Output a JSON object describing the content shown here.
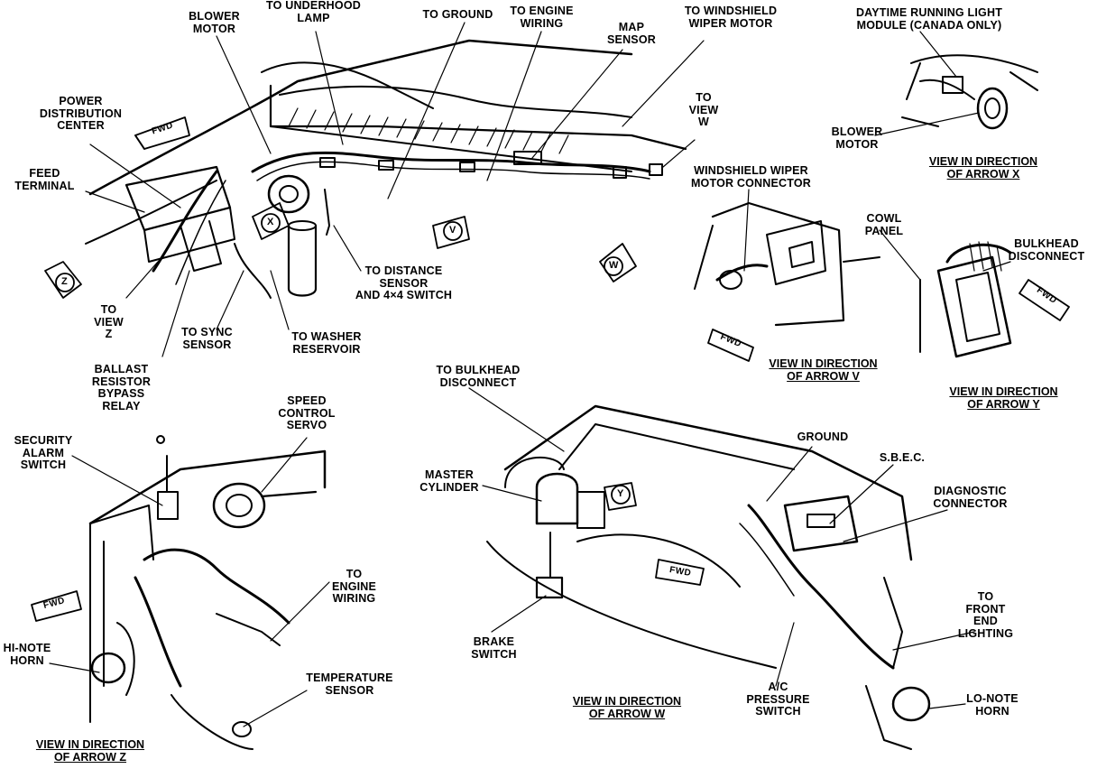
{
  "labels": {
    "blower_motor_top": "BLOWER\nMOTOR",
    "to_underhood_lamp": "TO UNDERHOOD\nLAMP",
    "to_ground_top": "TO GROUND",
    "to_engine_wiring_top": "TO ENGINE\nWIRING",
    "map_sensor": "MAP\nSENSOR",
    "to_windshield_wiper_motor": "TO WINDSHIELD\nWIPER MOTOR",
    "to_view_w": "TO\nVIEW\nW",
    "drl_module": "DAYTIME RUNNING LIGHT\nMODULE (CANADA ONLY)",
    "blower_motor_x": "BLOWER\nMOTOR",
    "power_distribution_center": "POWER\nDISTRIBUTION\nCENTER",
    "feed_terminal": "FEED\nTERMINAL",
    "to_view_z": "TO\nVIEW\nZ",
    "ballast_resistor": "BALLAST\nRESISTOR\nBYPASS\nRELAY",
    "to_sync_sensor": "TO SYNC\nSENSOR",
    "to_washer_reservoir": "TO WASHER\nRESERVOIR",
    "to_distance_sensor": "TO DISTANCE\nSENSOR\nAND 4×4 SWITCH",
    "windshield_wiper_motor_connector": "WINDSHIELD WIPER\nMOTOR CONNECTOR",
    "cowl_panel": "COWL\nPANEL",
    "bulkhead_disconnect_y": "BULKHEAD\nDISCONNECT",
    "speed_control_servo": "SPEED\nCONTROL\nSERVO",
    "security_alarm_switch": "SECURITY\nALARM\nSWITCH",
    "to_engine_wiring_z": "TO\nENGINE\nWIRING",
    "hi_note_horn": "HI-NOTE\nHORN",
    "temperature_sensor": "TEMPERATURE\nSENSOR",
    "to_bulkhead_disconnect": "TO BULKHEAD\nDISCONNECT",
    "master_cylinder": "MASTER\nCYLINDER",
    "brake_switch": "BRAKE\nSWITCH",
    "ground_w": "GROUND",
    "sbec": "S.B.E.C.",
    "diagnostic_connector": "DIAGNOSTIC\nCONNECTOR",
    "to_front_end_lighting": "TO\nFRONT\nEND\nLIGHTING",
    "ac_pressure_switch": "A/C\nPRESSURE\nSWITCH",
    "lo_note_horn": "LO-NOTE\nHORN"
  },
  "captions": {
    "view_x": "VIEW IN DIRECTION\nOF ARROW X",
    "view_v": "VIEW IN DIRECTION\nOF ARROW V",
    "view_y": "VIEW IN DIRECTION\nOF ARROW Y",
    "view_z": "VIEW IN DIRECTION\nOF ARROW Z",
    "view_w": "VIEW IN DIRECTION\nOF ARROW W"
  },
  "arrow_tags": {
    "x": "X",
    "v": "V",
    "w": "W",
    "z": "Z",
    "y": "Y"
  },
  "fwd_text": "FWD"
}
